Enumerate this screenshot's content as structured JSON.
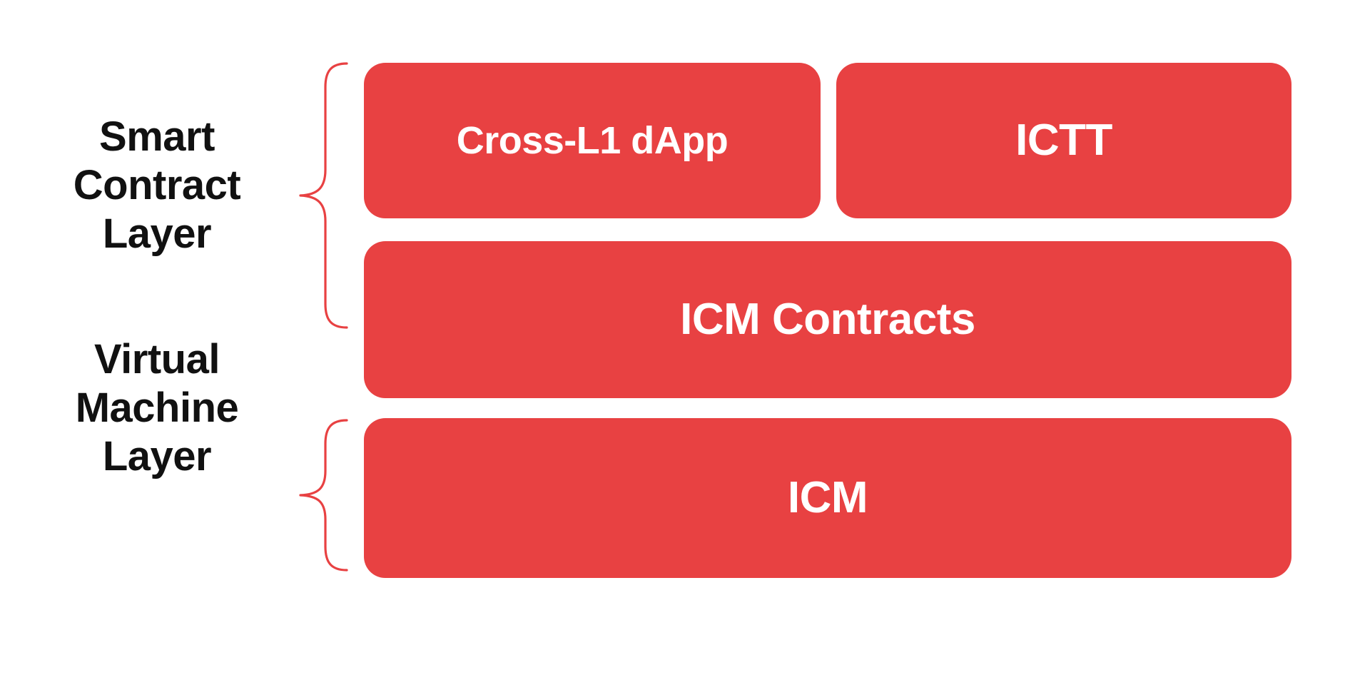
{
  "diagram": {
    "title": "Smart Contract Layer and Virtual Machine Layer stack",
    "background_color": "#FFFFFF",
    "accent_color": "#E84142",
    "box_text_color": "#FFFFFF",
    "label_text_color": "#111111",
    "groups": [
      {
        "id": "smart-contract-layer",
        "label": "Smart\nContract\nLayer",
        "brace_color": "#E84142",
        "rows": [
          {
            "boxes": [
              {
                "id": "cross-l1-dapp",
                "label": "Cross-L1 dApp"
              },
              {
                "id": "ictt",
                "label": "ICTT"
              }
            ]
          },
          {
            "boxes": [
              {
                "id": "icm-contracts",
                "label": "ICM Contracts"
              }
            ]
          }
        ]
      },
      {
        "id": "virtual-machine-layer",
        "label": "Virtual\nMachine\nLayer",
        "brace_color": "#E84142",
        "rows": [
          {
            "boxes": [
              {
                "id": "icm",
                "label": "ICM"
              }
            ]
          }
        ]
      }
    ]
  }
}
